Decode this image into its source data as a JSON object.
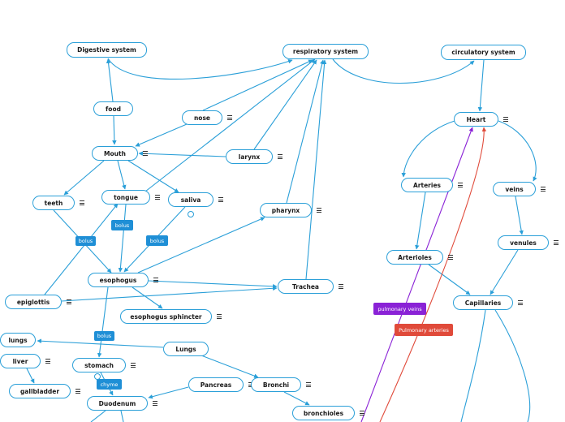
{
  "colors": {
    "connector": "#2a9fd8",
    "bolus_tag": "#1f8fd6",
    "pulmonary_veins": "#8a22d6",
    "pulmonary_arteries": "#e04a3a"
  },
  "nodes": [
    {
      "id": "digestive_system",
      "label": "Digestive system",
      "note": false
    },
    {
      "id": "respiratory_system",
      "label": "respiratory system",
      "note": false
    },
    {
      "id": "circulatory_system",
      "label": "circulatory system",
      "note": false
    },
    {
      "id": "food",
      "label": "food",
      "note": false
    },
    {
      "id": "nose",
      "label": "nose",
      "note": true
    },
    {
      "id": "mouth",
      "label": "Mouth",
      "note": true
    },
    {
      "id": "larynx",
      "label": "larynx",
      "note": true
    },
    {
      "id": "heart",
      "label": "Heart",
      "note": true
    },
    {
      "id": "teeth",
      "label": "teeth",
      "note": true
    },
    {
      "id": "tongue",
      "label": "tongue",
      "note": true
    },
    {
      "id": "saliva",
      "label": "saliva",
      "note": true
    },
    {
      "id": "pharynx",
      "label": "pharynx",
      "note": true
    },
    {
      "id": "arteries",
      "label": "Arteries",
      "note": true
    },
    {
      "id": "veins",
      "label": "veins",
      "note": true
    },
    {
      "id": "venules",
      "label": "venules",
      "note": true
    },
    {
      "id": "arterioles",
      "label": "Arterioles",
      "note": true
    },
    {
      "id": "esophogus",
      "label": "esophogus",
      "note": true
    },
    {
      "id": "trachea",
      "label": "Trachea",
      "note": true
    },
    {
      "id": "epiglottis",
      "label": "epiglottis",
      "note": true
    },
    {
      "id": "capillaries",
      "label": "Capillaries",
      "note": true
    },
    {
      "id": "esophogus_sphincter",
      "label": "esophogus sphincter",
      "note": true
    },
    {
      "id": "lungs_small",
      "label": "lungs",
      "note": false
    },
    {
      "id": "lungs",
      "label": "Lungs",
      "note": false
    },
    {
      "id": "liver",
      "label": "liver",
      "note": true
    },
    {
      "id": "stomach",
      "label": "stomach",
      "note": true
    },
    {
      "id": "pancreas",
      "label": "Pancreas",
      "note": true
    },
    {
      "id": "bronchi",
      "label": "Bronchi",
      "note": true
    },
    {
      "id": "gallbladder",
      "label": "gallbladder",
      "note": true
    },
    {
      "id": "duodenum",
      "label": "Duodenum",
      "note": true
    },
    {
      "id": "bronchioles",
      "label": "bronchioles",
      "note": true
    }
  ],
  "tags": [
    {
      "id": "bolus_1",
      "label": "bolus",
      "color": "#1f8fd6"
    },
    {
      "id": "bolus_2",
      "label": "bolus",
      "color": "#1f8fd6"
    },
    {
      "id": "bolus_3",
      "label": "bolus",
      "color": "#1f8fd6"
    },
    {
      "id": "bolus_4",
      "label": "bolus",
      "color": "#1f8fd6"
    },
    {
      "id": "chyme",
      "label": "chyme",
      "color": "#1f8fd6"
    },
    {
      "id": "pulmonary_veins",
      "label": "pulmonary veins",
      "color": "#8a22d6"
    },
    {
      "id": "pulmonary_arteries",
      "label": "Pulmonary arteries",
      "color": "#e04a3a"
    }
  ]
}
